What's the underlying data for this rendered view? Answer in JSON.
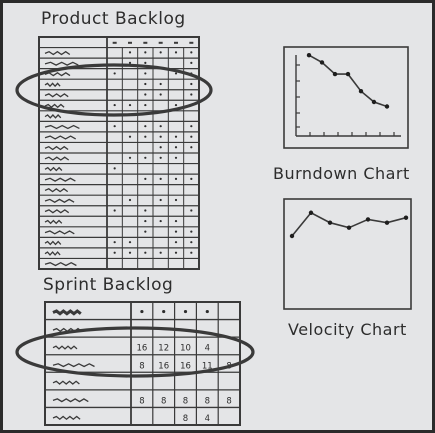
{
  "product_backlog": {
    "title": "Product Backlog",
    "row_count": 21,
    "estimate_columns": 6
  },
  "sprint_backlog": {
    "title": "Sprint Backlog",
    "rows": [
      {
        "estimates": [
          "",
          "",
          "",
          ""
        ]
      },
      {
        "estimates": [
          "",
          "",
          "",
          ""
        ]
      },
      {
        "estimates": [
          "16",
          "12",
          "10",
          "4"
        ]
      },
      {
        "estimates": [
          "8",
          "16",
          "16",
          "11",
          "8"
        ]
      },
      {
        "estimates": [
          "",
          "",
          "",
          ""
        ]
      },
      {
        "estimates": [
          "8",
          "8",
          "8",
          "8",
          "8"
        ]
      },
      {
        "estimates": [
          "",
          "",
          "8",
          "4"
        ]
      }
    ]
  },
  "burndown_chart": {
    "caption": "Burndown Chart",
    "chart_data": {
      "type": "line",
      "title": "",
      "x": [
        1,
        2,
        3,
        4,
        5,
        6,
        7
      ],
      "series": [
        {
          "values": [
            9.2,
            8.4,
            7.1,
            7.1,
            5.2,
            4.0,
            3.5
          ]
        }
      ]
    }
  },
  "velocity_chart": {
    "caption": "Velocity Chart",
    "chart_data": {
      "type": "line",
      "title": "",
      "x": [
        1,
        2,
        3,
        4,
        5,
        6,
        7
      ],
      "series": [
        {
          "values": [
            5.0,
            6.4,
            5.8,
            5.5,
            6.0,
            5.8,
            6.1
          ]
        }
      ]
    }
  }
}
